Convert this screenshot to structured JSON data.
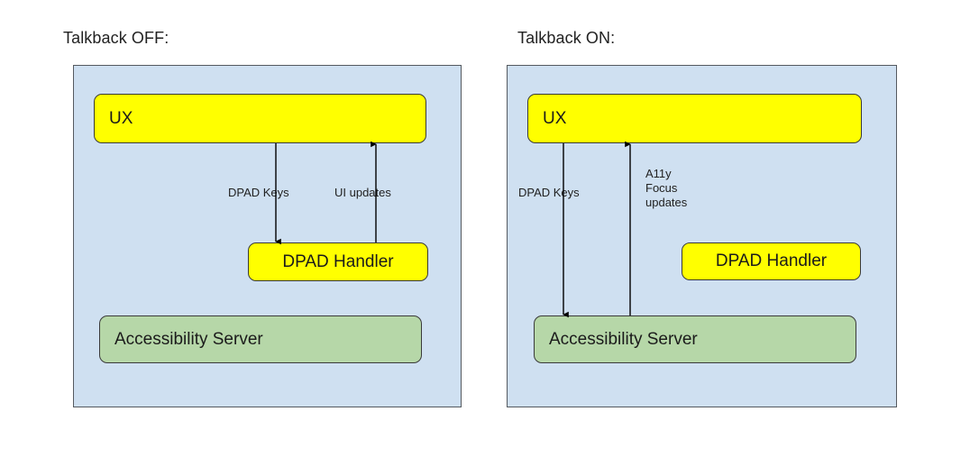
{
  "diagram": {
    "type": "architecture-comparison",
    "panels": [
      {
        "id": "talkback-off",
        "title": "Talkback OFF:",
        "nodes": [
          {
            "id": "ux",
            "label": "UX",
            "color": "#ffff00"
          },
          {
            "id": "dpad-handler",
            "label": "DPAD Handler",
            "color": "#ffff00"
          },
          {
            "id": "accessibility-server",
            "label": "Accessibility Server",
            "color": "#b6d7a8"
          }
        ],
        "edges": [
          {
            "id": "ux-to-dpad",
            "label": "DPAD Keys",
            "from": "ux",
            "to": "dpad-handler",
            "direction": "down"
          },
          {
            "id": "dpad-to-ux",
            "label": "UI updates",
            "from": "dpad-handler",
            "to": "ux",
            "direction": "up"
          }
        ]
      },
      {
        "id": "talkback-on",
        "title": "Talkback ON:",
        "nodes": [
          {
            "id": "ux",
            "label": "UX",
            "color": "#ffff00"
          },
          {
            "id": "dpad-handler",
            "label": "DPAD Handler",
            "color": "#ffff00"
          },
          {
            "id": "accessibility-server",
            "label": "Accessibility Server",
            "color": "#b6d7a8"
          }
        ],
        "edges": [
          {
            "id": "ux-to-a11y",
            "label": "DPAD Keys",
            "from": "ux",
            "to": "accessibility-server",
            "direction": "down"
          },
          {
            "id": "a11y-to-ux",
            "label": "A11y\nFocus\nupdates",
            "from": "accessibility-server",
            "to": "ux",
            "direction": "up"
          }
        ]
      }
    ],
    "colors": {
      "panel_background": "#cfe0f1",
      "panel_border": "#555a60",
      "node_yellow": "#ffff00",
      "node_green": "#b6d7a8",
      "node_border": "#3a3a3a",
      "arrow": "#000000",
      "text": "#1b1b1b",
      "page_background": "#ffffff"
    }
  }
}
